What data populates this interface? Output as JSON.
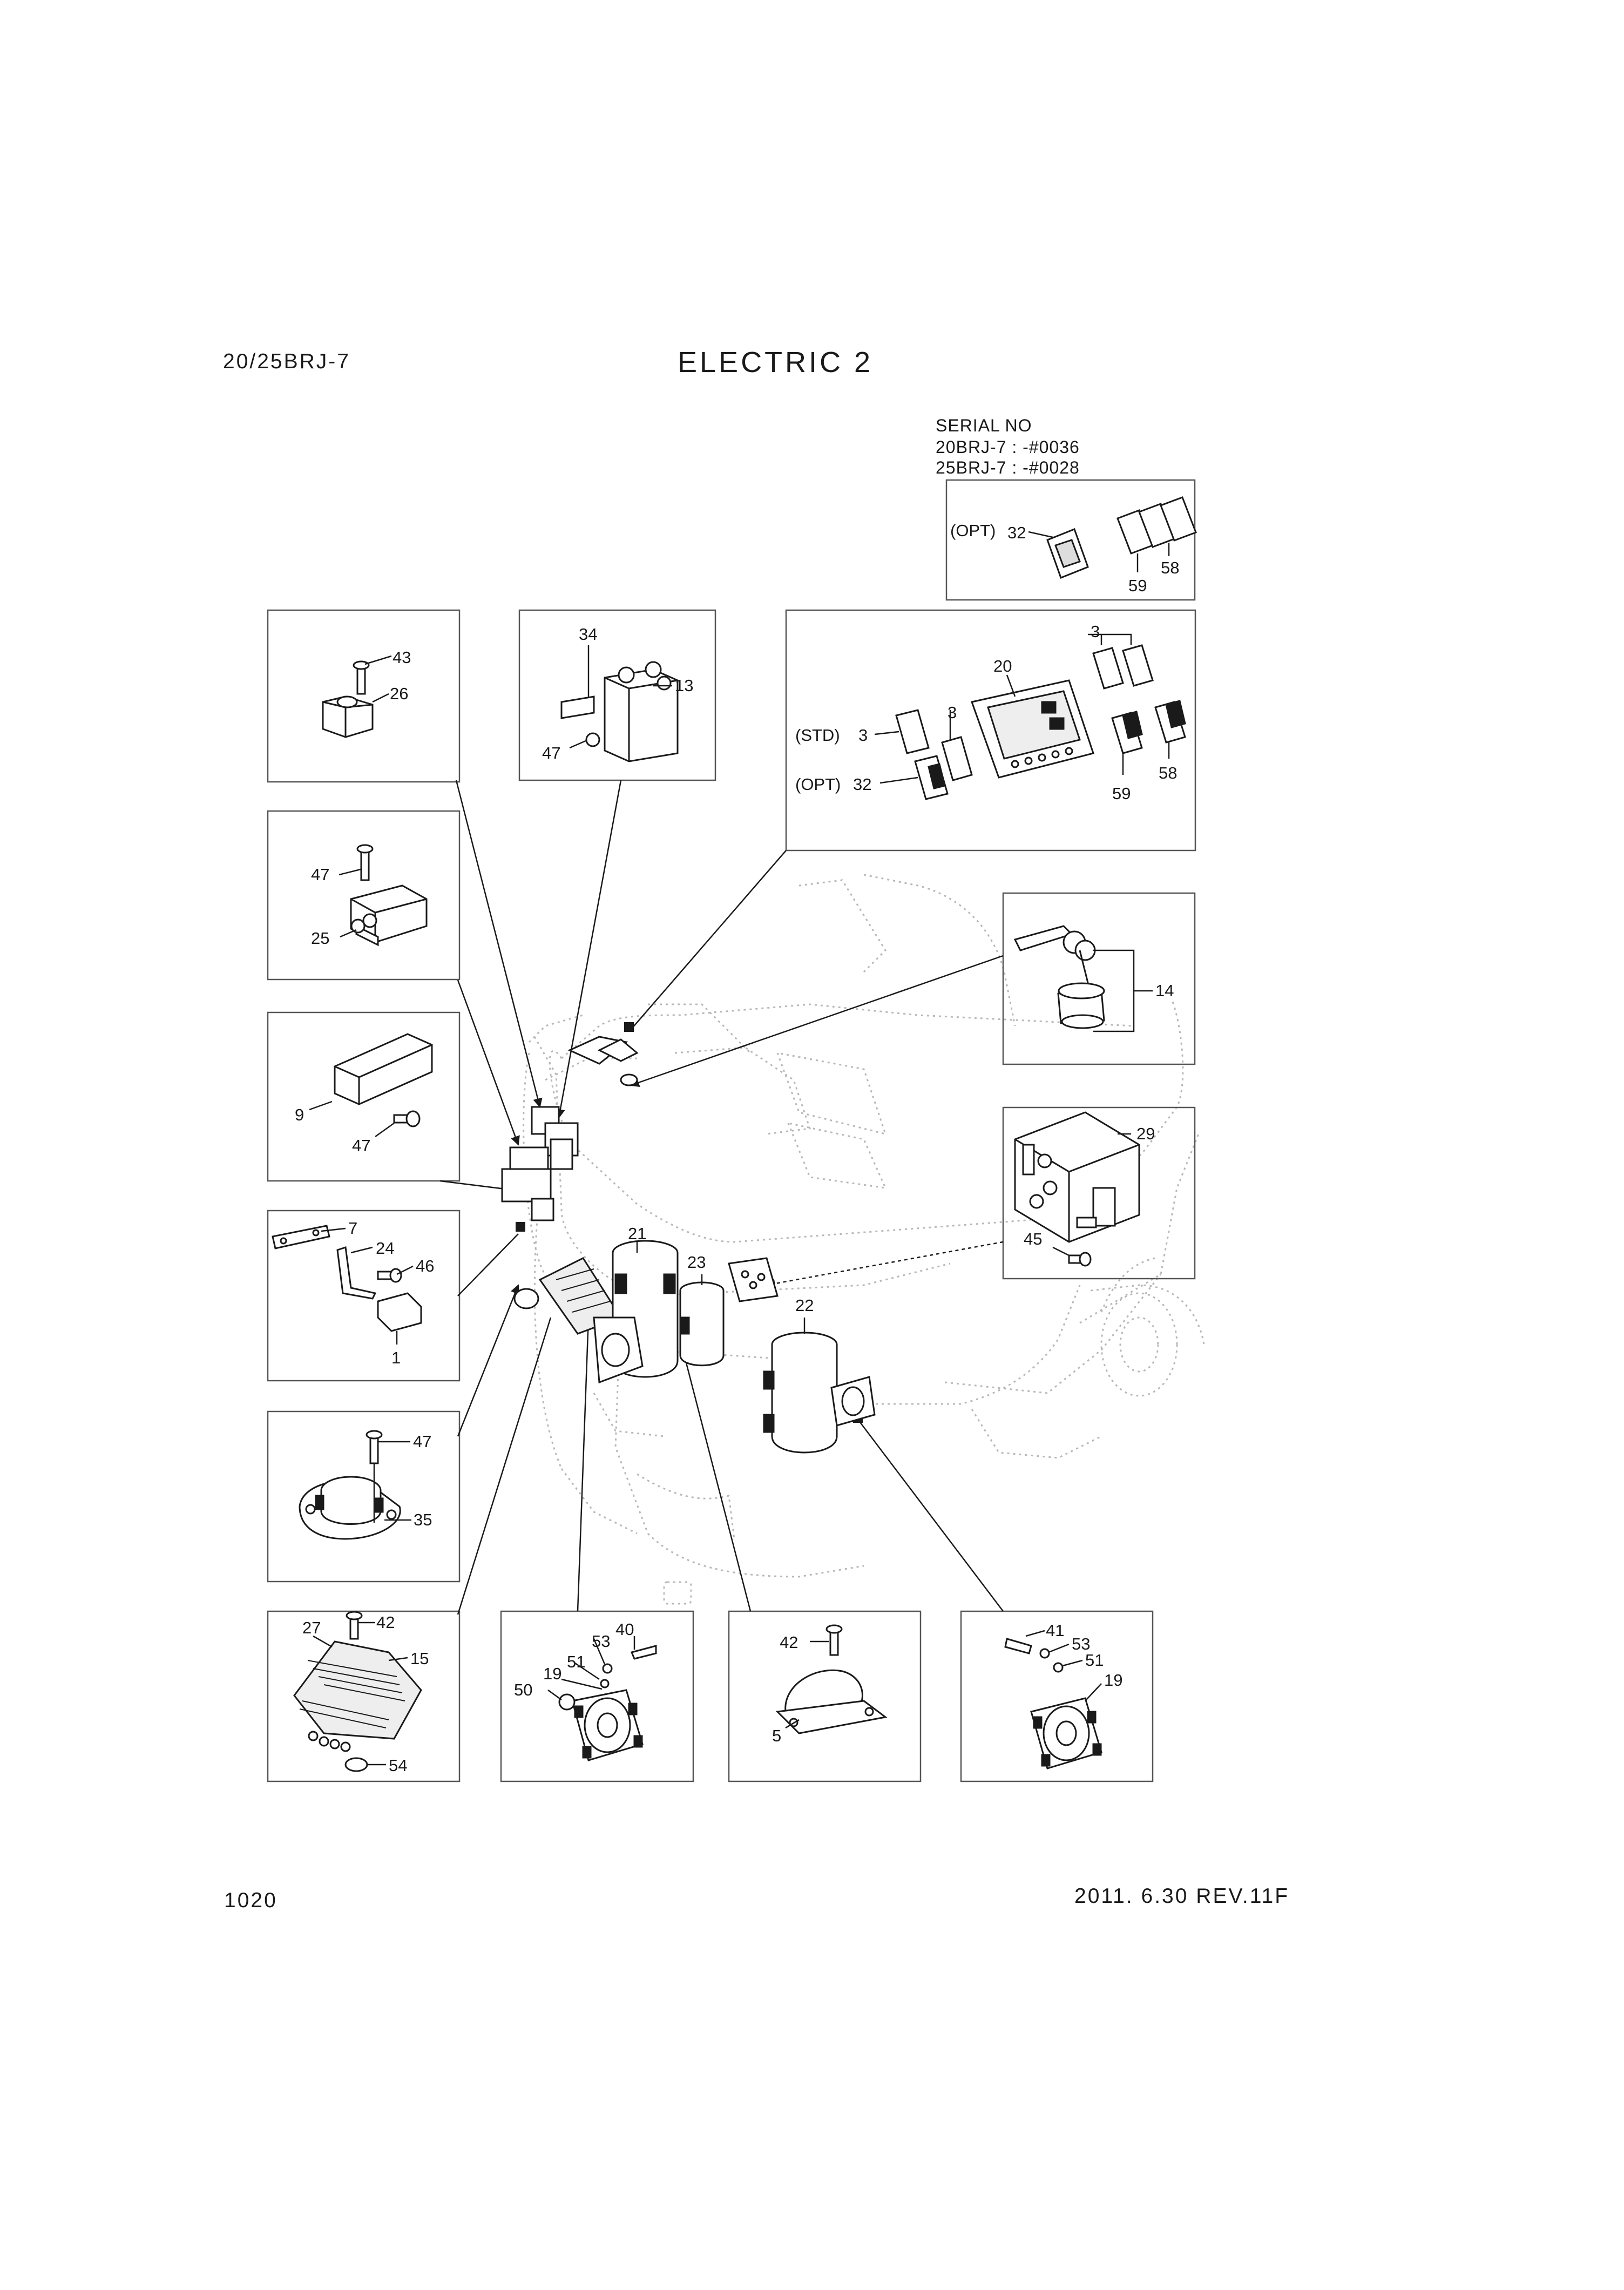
{
  "header": {
    "model": "20/25BRJ-7",
    "title": "ELECTRIC 2"
  },
  "serial": {
    "heading": "SERIAL NO",
    "line1": "20BRJ-7 : -#0036",
    "line2": "25BRJ-7 : -#0028"
  },
  "footer": {
    "page": "1020",
    "revision": "2011. 6.30  REV.11F"
  },
  "callouts": {
    "serial_box": {
      "opt": "(OPT)",
      "n32": "32",
      "n58": "58",
      "n59": "59"
    },
    "relay_holder": {
      "n43": "43",
      "n26": "26"
    },
    "contactor": {
      "n34": "34",
      "n13": "13",
      "n47": "47"
    },
    "display": {
      "n3a": "3",
      "n20": "20",
      "std": "(STD)",
      "n3b": "3",
      "n3c": "3",
      "opt": "(OPT)",
      "n32": "32",
      "n59": "59",
      "n58": "58"
    },
    "relay25": {
      "n47": "47",
      "n25": "25"
    },
    "key_switch": {
      "n14": "14"
    },
    "box9": {
      "n9": "9",
      "n47": "47"
    },
    "controller": {
      "n29": "29",
      "n45": "45"
    },
    "switch1": {
      "n7": "7",
      "n24": "24",
      "n46": "46",
      "n1": "1"
    },
    "motors": {
      "n21": "21",
      "n23": "23",
      "n22": "22"
    },
    "buzzer35": {
      "n47": "47",
      "n35": "35"
    },
    "fuse15": {
      "n42": "42",
      "n27": "27",
      "n15": "15",
      "n54": "54"
    },
    "fan19a": {
      "n40": "40",
      "n53": "53",
      "n51": "51",
      "n19": "19",
      "n50": "50"
    },
    "horn5": {
      "n42": "42",
      "n5": "5"
    },
    "fan19b": {
      "n41": "41",
      "n53": "53",
      "n51": "51",
      "n19": "19"
    }
  }
}
